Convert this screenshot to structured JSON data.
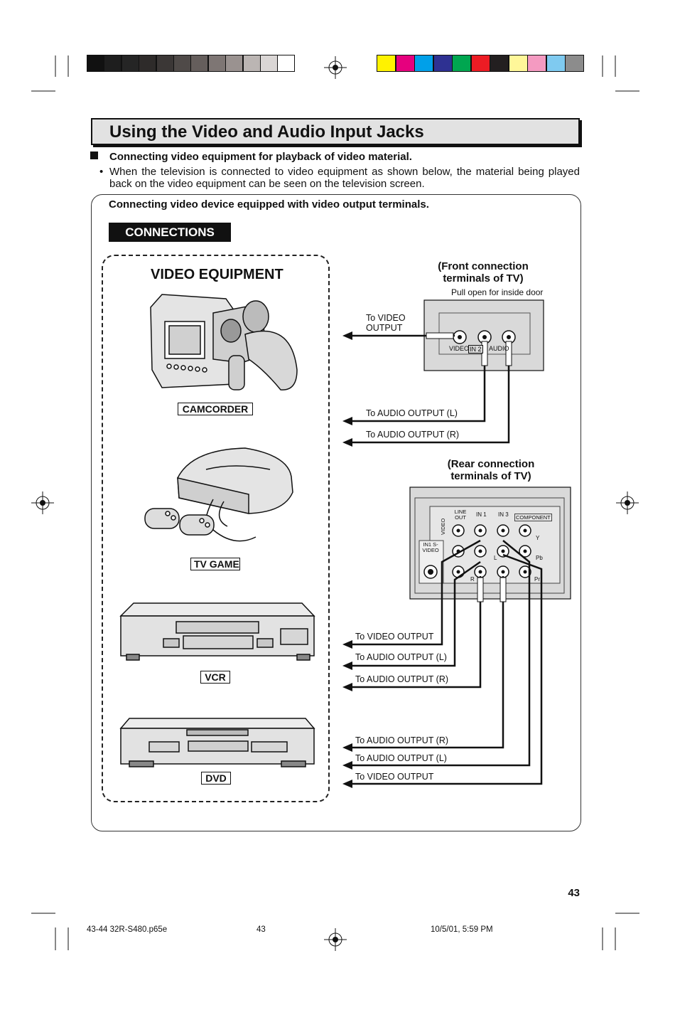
{
  "colors": {
    "gray_bar": [
      "#111111",
      "#1e1e1e",
      "#252525",
      "#2e2b2a",
      "#3b3736",
      "#4f4a48",
      "#655e5c",
      "#7e7674",
      "#9a9290",
      "#bbb5b3",
      "#dad6d5",
      "#ffffff"
    ],
    "color_bar": [
      "#fff200",
      "#e6007e",
      "#00a0e9",
      "#2e3192",
      "#00a650",
      "#ed1c24",
      "#231f20",
      "#fff799",
      "#f49ac1",
      "#7fcaf0",
      "#8c8c8c"
    ]
  },
  "title": "Using the Video and Audio Input Jacks",
  "section_heading": "Connecting video equipment for playback of video material.",
  "bullet_text": "When the television is connected to video equipment as shown below, the material being played back on the video equipment can be seen on the television screen.",
  "box_heading": "Connecting video device equipped with video output terminals.",
  "connections_label": "CONNECTIONS",
  "video_equipment_title": "VIDEO EQUIPMENT",
  "devices": {
    "camcorder": "CAMCORDER",
    "tv_game": "TV GAME",
    "vcr": "VCR",
    "dvd": "DVD"
  },
  "front": {
    "heading": "(Front connection terminals of TV)",
    "door_note": "Pull open for inside door",
    "jack_labels": {
      "video": "VIDEO",
      "in2": "IN 2",
      "audio": "AUDIO"
    },
    "to_video": "To VIDEO OUTPUT",
    "to_audio_l": "To AUDIO OUTPUT (L)",
    "to_audio_r": "To AUDIO OUTPUT (R)"
  },
  "rear": {
    "heading": "(Rear connection terminals of TV)",
    "panel_labels": {
      "line_out": "LINE OUT",
      "in1": "IN 1",
      "in3": "IN 3",
      "component": "COMPONENT",
      "video": "VIDEO",
      "in1_svideo": "IN1 S-VIDEO",
      "l": "L",
      "r": "R",
      "y": "Y",
      "pb": "Pb",
      "pr": "Pr"
    },
    "in1_to_video": "To VIDEO OUTPUT",
    "in1_to_audio_l": "To AUDIO OUTPUT (L)",
    "in1_to_audio_r": "To AUDIO OUTPUT (R)",
    "in3_to_audio_r": "To AUDIO OUTPUT (R)",
    "in3_to_audio_l": "To AUDIO OUTPUT (L)",
    "in3_to_video": "To VIDEO OUTPUT"
  },
  "page_number": "43",
  "footer": {
    "file": "43-44 32R-S480.p65e",
    "page": "43",
    "datetime": "10/5/01, 5:59 PM"
  }
}
